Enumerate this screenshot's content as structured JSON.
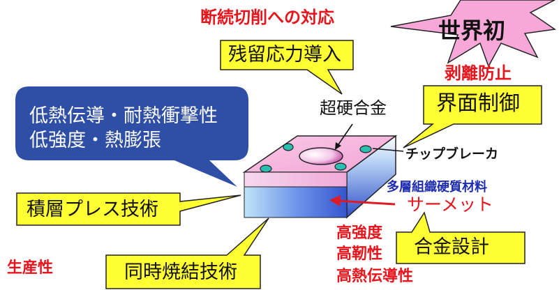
{
  "colors": {
    "callout_yellow": "#ffff33",
    "callout_blue": "#2f4fa6",
    "star_pink": "#f7a8d8",
    "red_text": "#e8141c",
    "arrow_red": "#e01b24",
    "layer_blue": "#3d63d8",
    "hole_teal": "#2bbfb3"
  },
  "header": {
    "title": "断続切削への対応",
    "badge": "世界初",
    "sub_right": "剥離防止"
  },
  "callouts": {
    "residual_stress": "残留応力導入",
    "interface_control": "界面制御",
    "laminate_press": "積層プレス技術",
    "sintering": "同時焼結技術",
    "alloy_design": "合金設計",
    "thermal_line1": "低熱伝導・耐熱衝撃性",
    "thermal_line2": "低強度・熱膨張"
  },
  "labels": {
    "carbide": "超硬合金",
    "chipbreaker": "チップブレーカ",
    "multilayer": "多層組織硬質材料",
    "cermet": "サーメット",
    "productivity": "生産性",
    "props": [
      "高強度",
      "高靭性",
      "高熱伝導性"
    ]
  }
}
